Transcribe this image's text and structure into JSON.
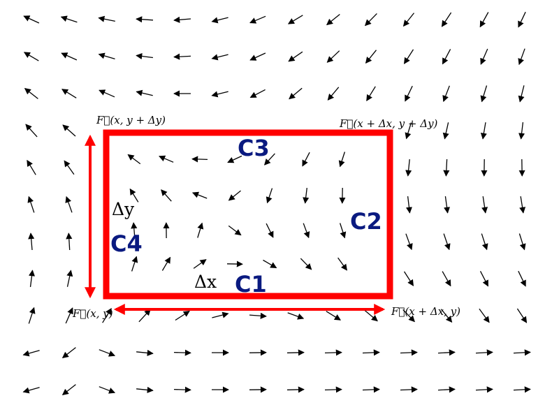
{
  "colors": {
    "arrow": "#000000",
    "loop": "#ff0000",
    "curve_label": "#0a1a80",
    "background": "#ffffff"
  },
  "labels": {
    "corner_bl": "F⃗(x, y)",
    "corner_br": "F⃗(x + Δx, y)",
    "corner_tl": "F⃗(x, y + Δy)",
    "corner_tr": "F⃗(x + Δx, y + Δy)",
    "delta_x": "Δx",
    "delta_y": "Δy",
    "c1": "C1",
    "c2": "C2",
    "c3": "C3",
    "c4": "C4"
  }
}
